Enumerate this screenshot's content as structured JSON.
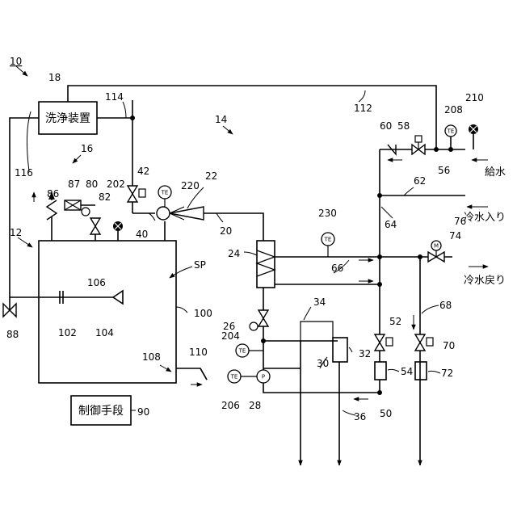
{
  "boxes": {
    "cleaning": "洗浄装置",
    "control": "制御手段",
    "tank_label": "SP"
  },
  "ports": {
    "supply": "給水",
    "chilled_in": "冷水入り",
    "chilled_return": "冷水戻り"
  },
  "sensors": {
    "te": "TE",
    "pump": "P",
    "motor": "M"
  },
  "refs": {
    "r10": "10",
    "r12": "12",
    "r14": "14",
    "r16": "16",
    "r18": "18",
    "r20": "20",
    "r22": "22",
    "r24": "24",
    "r26": "26",
    "r28": "28",
    "r30": "30",
    "r32": "32",
    "r34": "34",
    "r36": "36",
    "r40": "40",
    "r42": "42",
    "r50": "50",
    "r52": "52",
    "r54": "54",
    "r56": "56",
    "r58": "58",
    "r60": "60",
    "r62": "62",
    "r64": "64",
    "r66": "66",
    "r68": "68",
    "r70": "70",
    "r72": "72",
    "r74": "74",
    "r76": "76",
    "r80": "80",
    "r82": "82",
    "r86": "86",
    "r87": "87",
    "r88": "88",
    "r90": "90",
    "r100": "100",
    "r102": "102",
    "r104": "104",
    "r106": "106",
    "r108": "108",
    "r110": "110",
    "r112": "112",
    "r114": "114",
    "r116": "116",
    "r202": "202",
    "r204": "204",
    "r206": "206",
    "r208": "208",
    "r210": "210",
    "r220": "220",
    "r230": "230"
  }
}
